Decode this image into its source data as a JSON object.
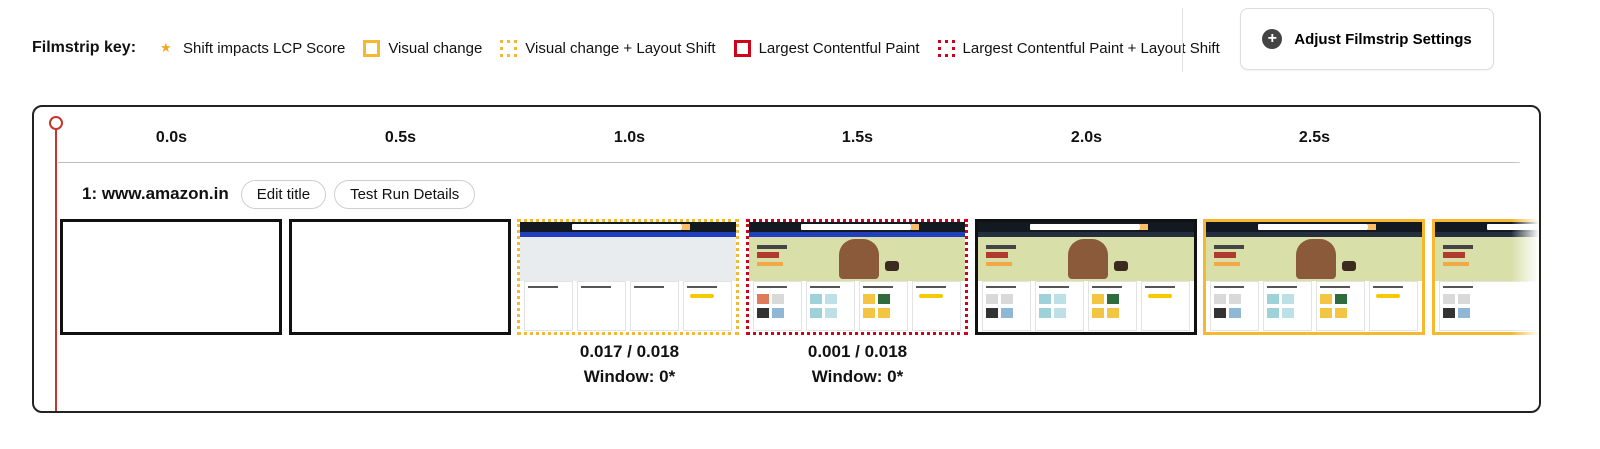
{
  "key": {
    "title": "Filmstrip key:",
    "items": [
      {
        "label": "Shift impacts LCP Score",
        "icon": "star-icon"
      },
      {
        "label": "Visual change",
        "icon": "solid-yellow-square"
      },
      {
        "label": "Visual change + Layout Shift",
        "icon": "dotted-yellow-square"
      },
      {
        "label": "Largest Contentful Paint",
        "icon": "solid-red-square"
      },
      {
        "label": "Largest Contentful Paint + Layout Shift",
        "icon": "dotted-red-square"
      }
    ],
    "star_glyph": "★"
  },
  "adjust_button": {
    "label": "Adjust Filmstrip Settings",
    "icon": "plus-icon",
    "glyph": "+"
  },
  "timeline": {
    "ticks": [
      "0.0s",
      "0.5s",
      "1.0s",
      "1.5s",
      "2.0s",
      "2.5s"
    ]
  },
  "run": {
    "title": "1: www.amazon.in",
    "edit_label": "Edit title",
    "details_label": "Test Run Details"
  },
  "frames": [
    {
      "state": "blank"
    },
    {
      "state": "blank"
    },
    {
      "state": "visual-layout-shift",
      "metric_score": "0.017 / 0.018",
      "metric_window": "Window: 0*"
    },
    {
      "state": "lcp-layout-shift",
      "metric_score": "0.001 / 0.018",
      "metric_window": "Window: 0*"
    },
    {
      "state": "plain"
    },
    {
      "state": "visual-change"
    },
    {
      "state": "visual-change"
    }
  ],
  "colors": {
    "visual": "#f5b82e",
    "lcp": "#d0021b",
    "playhead": "#c0392b",
    "star": "#f5a623"
  }
}
